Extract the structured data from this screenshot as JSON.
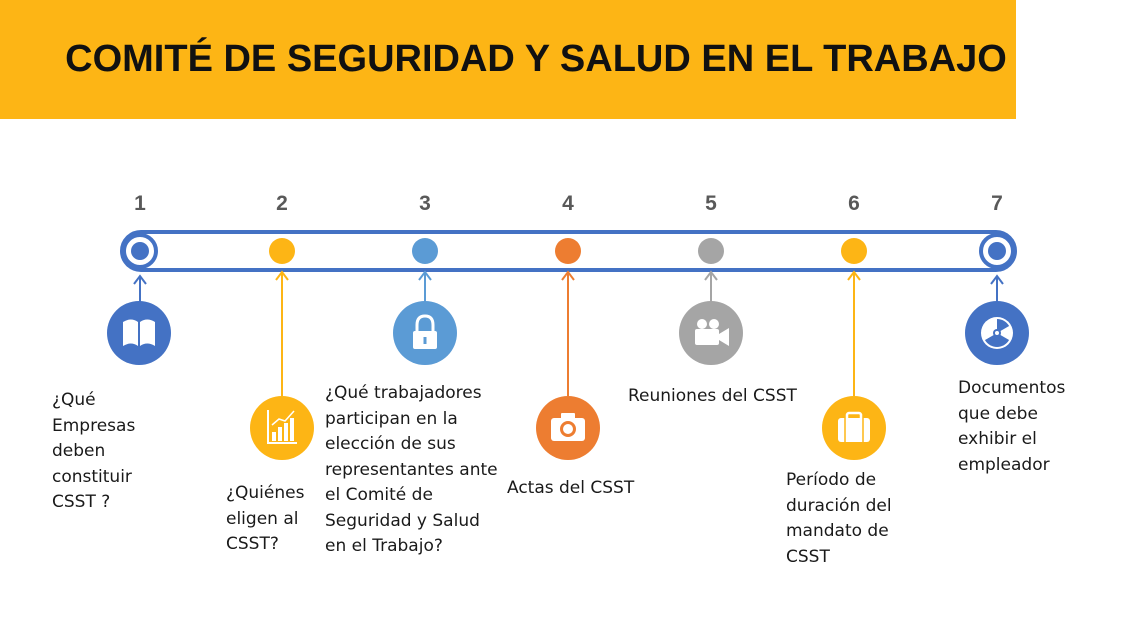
{
  "title": "COMITÉ DE SEGURIDAD Y SALUD EN EL TRABAJO",
  "colors": {
    "banner": "#FDB515",
    "track": "#4472C4",
    "blue": "#4472C4",
    "yellow": "#FDB515",
    "lightblue": "#5B9BD5",
    "orange": "#ED7D31",
    "gray": "#A5A5A5"
  },
  "steps": [
    {
      "number": "1",
      "label": "¿Qué\nEmpresas\ndeben\nconstituir\nCSST ?",
      "color": "#4472C4",
      "icon": "book-icon"
    },
    {
      "number": "2",
      "label": "¿Quiénes\neligen al\nCSST?",
      "color": "#FDB515",
      "icon": "chart-icon"
    },
    {
      "number": "3",
      "label": "¿Qué trabajadores\nparticipan en la\nelección de sus\nrepresentantes ante\nel Comité de\nSeguridad y Salud\nen el Trabajo?",
      "color": "#5B9BD5",
      "icon": "lock-icon"
    },
    {
      "number": "4",
      "label": "Actas del CSST",
      "color": "#ED7D31",
      "icon": "camera-icon"
    },
    {
      "number": "5",
      "label": "Reuniones del CSST",
      "color": "#A5A5A5",
      "icon": "video-camera-icon"
    },
    {
      "number": "6",
      "label": "Período de\nduración del\nmandato de\nCSST",
      "color": "#FDB515",
      "icon": "briefcase-icon"
    },
    {
      "number": "7",
      "label": "Documentos\nque debe\nexhibir el\nempleador",
      "color": "#4472C4",
      "icon": "radiation-icon"
    }
  ]
}
